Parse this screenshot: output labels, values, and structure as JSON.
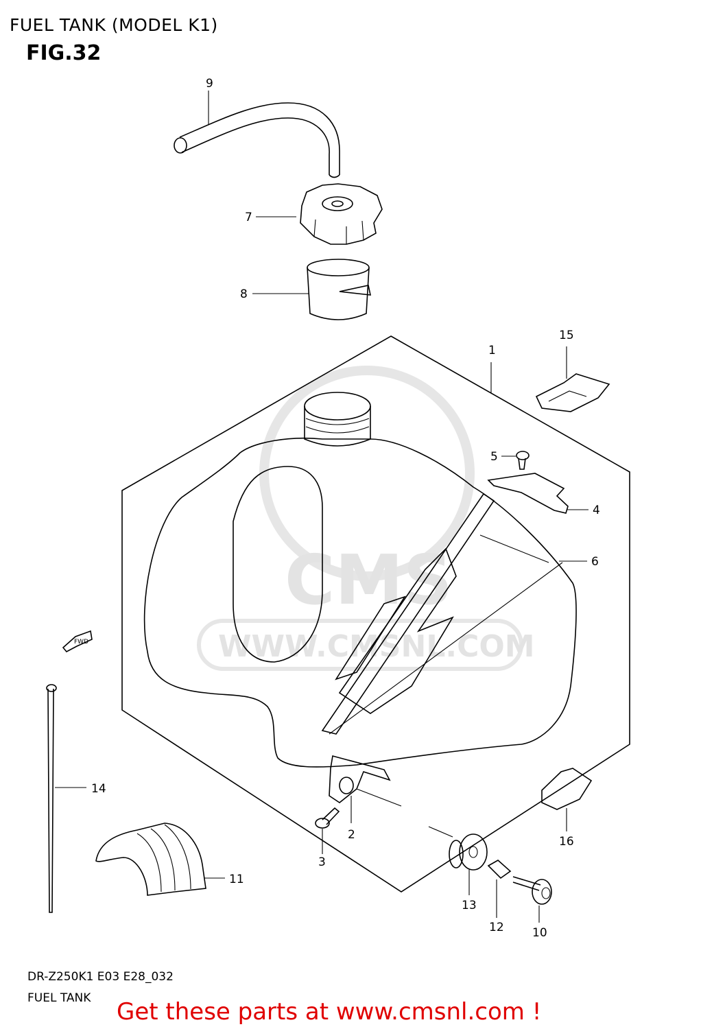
{
  "header": {
    "title": "FUEL TANK (MODEL K1)",
    "figure": "FIG.32"
  },
  "footer": {
    "code": "DR-Z250K1 E03 E28_032",
    "name": "FUEL TANK",
    "promo": "Get these parts at www.cmsnl.com !",
    "promo_color": "#e00000"
  },
  "watermark": {
    "text": "WWW.CMSNL.COM",
    "logo": "CMS"
  },
  "fwd_marker": "FWD",
  "callouts": [
    "1",
    "2",
    "3",
    "4",
    "5",
    "6",
    "7",
    "8",
    "9",
    "10",
    "11",
    "12",
    "13",
    "14",
    "15",
    "16"
  ]
}
